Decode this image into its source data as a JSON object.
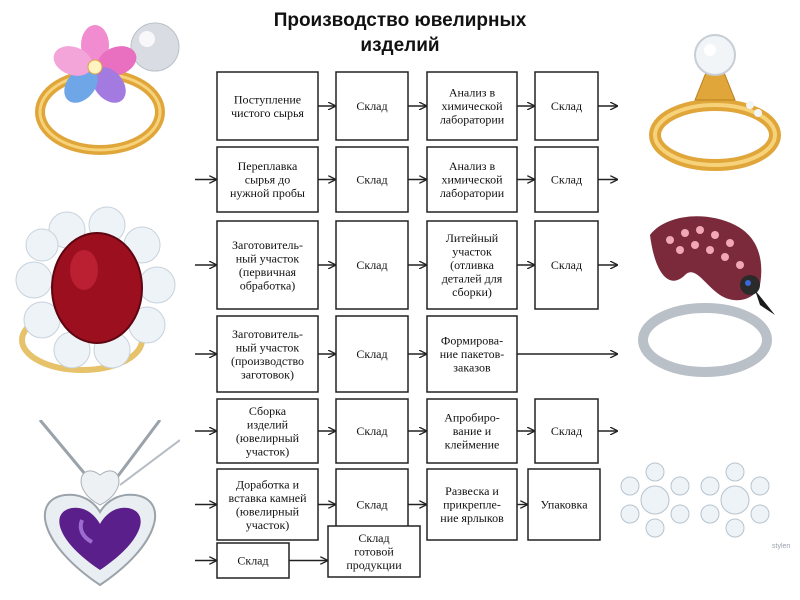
{
  "title": "Производство ювелирных изделий",
  "title_lines": [
    "Производство ювелирных",
    "изделий"
  ],
  "colors": {
    "box_border": "#222222",
    "gold": "#e0a63a",
    "ruby": "#9b0f1f",
    "amethyst": "#5a1f8a",
    "diamond": "#e6eef5"
  },
  "photos": [
    {
      "id": "photo-ring-flower",
      "icon": "flower-gem-ring-icon"
    },
    {
      "id": "photo-ring-ruby",
      "icon": "ruby-ring-icon"
    },
    {
      "id": "photo-pendant-amethyst",
      "icon": "amethyst-heart-pendant-icon"
    },
    {
      "id": "photo-ring-gold",
      "icon": "gold-diamond-ring-icon"
    },
    {
      "id": "photo-ring-flamingo",
      "icon": "flamingo-ring-icon"
    },
    {
      "id": "photo-earrings",
      "icon": "snowflake-earrings-icon"
    }
  ],
  "photo_caption": "stylemaker",
  "flow": {
    "rows": [
      [
        {
          "lines": [
            "Поступление",
            "чистого сырья"
          ]
        },
        {
          "lines": [
            "Склад"
          ]
        },
        {
          "lines": [
            "Анализ в",
            "химической",
            "лаборатории"
          ]
        },
        {
          "lines": [
            "Склад"
          ]
        }
      ],
      [
        {
          "lines": [
            "Переплавка",
            "сырья до",
            "нужной пробы"
          ]
        },
        {
          "lines": [
            "Склад"
          ]
        },
        {
          "lines": [
            "Анализ в",
            "химической",
            "лаборатории"
          ]
        },
        {
          "lines": [
            "Склад"
          ]
        }
      ],
      [
        {
          "lines": [
            "Заготовитель-",
            "ный участок",
            "(первичная",
            "обработка)"
          ]
        },
        {
          "lines": [
            "Склад"
          ]
        },
        {
          "lines": [
            "Литейный",
            "участок",
            "(отливка",
            "деталей для",
            "сборки)"
          ]
        },
        {
          "lines": [
            "Склад"
          ]
        }
      ],
      [
        {
          "lines": [
            "Заготовитель-",
            "ный участок",
            "(производство",
            "заготовок)"
          ]
        },
        {
          "lines": [
            "Склад"
          ]
        },
        {
          "lines": [
            "Формирова-",
            "ние пакетов-",
            "заказов"
          ]
        }
      ],
      [
        {
          "lines": [
            "Сборка",
            "изделий",
            "(ювелирный",
            "участок)"
          ]
        },
        {
          "lines": [
            "Склад"
          ]
        },
        {
          "lines": [
            "Апробиро-",
            "вание и",
            "клеймение"
          ]
        },
        {
          "lines": [
            "Склад"
          ]
        }
      ],
      [
        {
          "lines": [
            "Доработка и",
            "вставка камней",
            "(ювелирный",
            "участок)"
          ]
        },
        {
          "lines": [
            "Склад"
          ]
        },
        {
          "lines": [
            "Развеска и",
            "прикрепле-",
            "ние ярлыков"
          ]
        },
        {
          "lines": [
            "Упаковка"
          ]
        }
      ],
      [
        {
          "lines": [
            "Склад"
          ]
        },
        {
          "lines": [
            "Склад",
            "готовой",
            "продукции"
          ]
        }
      ]
    ]
  }
}
